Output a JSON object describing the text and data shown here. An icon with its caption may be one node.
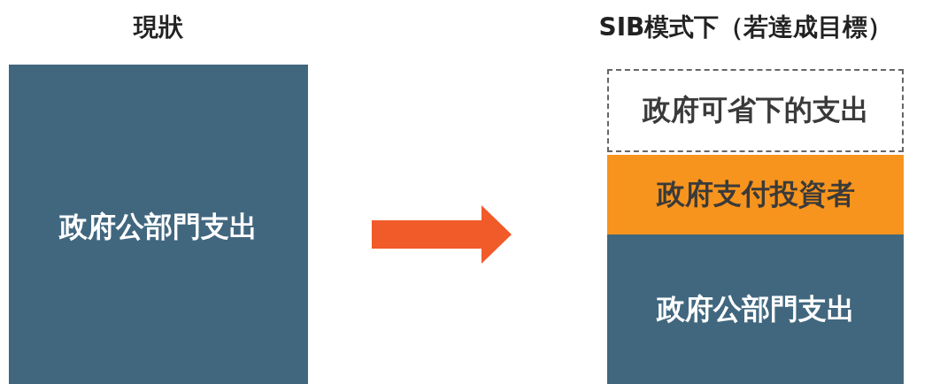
{
  "diagram": {
    "nodes": [
      {
        "text": [
          "現狀",
          "政府公部門支出"
        ]
      },
      {
        "text": [
          "SIB模式下（若達成目標）"
        ]
      },
      {
        "text": [
          "政府可省下的支出"
        ],
        "in": 1
      },
      {
        "text": [
          "政府支付投資者"
        ],
        "in": 1
      },
      {
        "text": [
          "政府公部門支出"
        ],
        "in": 1
      }
    ],
    "edges": [
      {
        "from": null,
        "to": 1,
        "arrow": "to",
        "color": "#f15a29"
      }
    ]
  }
}
